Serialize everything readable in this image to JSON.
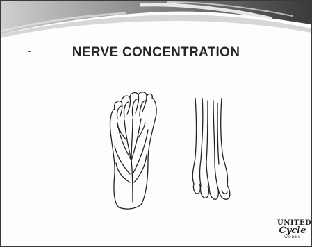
{
  "slide": {
    "title": "NERVE CONCENTRATION"
  },
  "illustrations": {
    "plantar": "foot-sole-nerves",
    "dorsal": "foot-top-nerves"
  },
  "logo": {
    "line1": "UNITED",
    "line2": "Cycle",
    "line3": "WORKS"
  },
  "colors": {
    "banner_dark": "#3c3c3c",
    "line": "#222222",
    "background": "#fdfdfd"
  }
}
